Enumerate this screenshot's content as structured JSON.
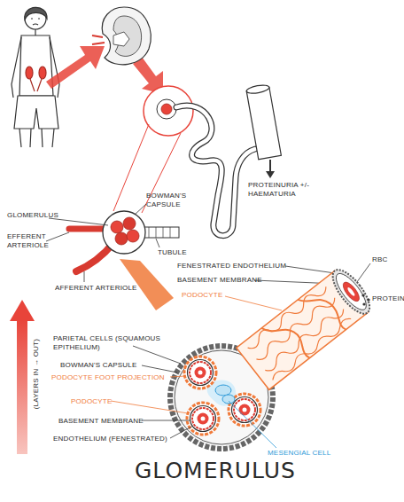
{
  "diagram": {
    "title": "GLOMERULUS",
    "labels": [
      "GLOMERULUS",
      "BOWMAN'S CAPSULE",
      "EFFERENT ARTERIOLE",
      "TUBULE",
      "AFFERENT ARTERIOLE",
      "PROTEINURIA +/- HAEMATURIA",
      "FENESTRATED ENDOTHELIUM",
      "BASEMENT MEMBRANE",
      "PODOCYTE",
      "RBC",
      "PROTEIN",
      "PARIETAL CELLS (SQUAMOUS EPITHELIUM)",
      "BOWMAN'S CAPSULE",
      "PODOCYTE FOOT PROJECTION",
      "PODOCYTE",
      "BASEMENT MEMBRANE",
      "ENDOTHELIUM (FENESTRATED)",
      "MESENGIAL CELL",
      "(LAYERS IN → OUT)"
    ]
  }
}
